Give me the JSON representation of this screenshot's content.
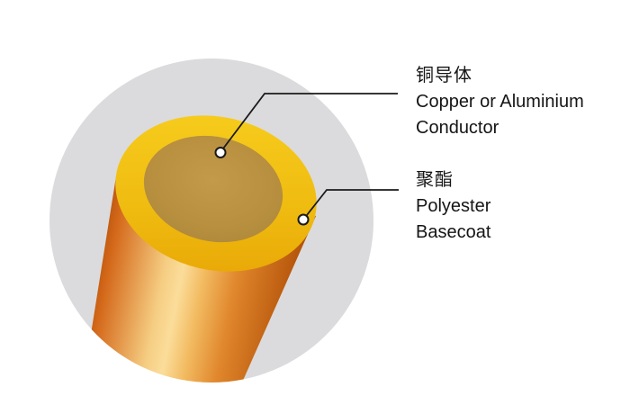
{
  "diagram": {
    "type": "wire-cross-section",
    "labels": {
      "conductor": {
        "zh": "铜导体",
        "en1": "Copper or Aluminium",
        "en2": "Conductor"
      },
      "basecoat": {
        "zh": "聚酯",
        "en1": "Polyester",
        "en2": "Basecoat"
      }
    },
    "colors": {
      "page_background": "#ffffff",
      "backdrop_circle": "#dbdbdd",
      "basecoat_yellow_light": "#f6cb1c",
      "basecoat_yellow_dark": "#e9a907",
      "conductor_tan_light": "#c39a4a",
      "conductor_tan_dark": "#a98538",
      "copper_body_dark_left": "#c05a10",
      "copper_body_highlight": "#fbdd9a",
      "copper_body_dark_right": "#af4e06",
      "leader_line": "#1a1a1a",
      "marker_dot_fill": "#ffffff",
      "label_text": "#151515"
    }
  }
}
